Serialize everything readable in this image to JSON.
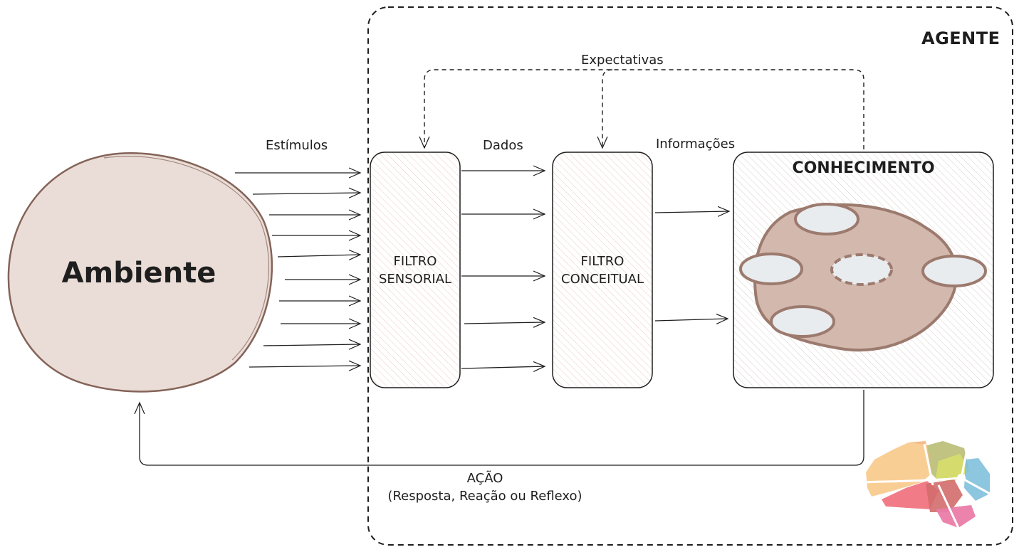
{
  "agent_label": "AGENTE",
  "environment": {
    "label": "Ambiente"
  },
  "labels": {
    "stimuli": "Estímulos",
    "data": "Dados",
    "information": "Informações",
    "expectations": "Expectativas"
  },
  "filters": {
    "sensory": {
      "line1": "FILTRO",
      "line2": "SENSORIAL"
    },
    "conceptual": {
      "line1": "FILTRO",
      "line2": "CONCEITUAL"
    }
  },
  "knowledge": {
    "title": "CONHECIMENTO"
  },
  "action": {
    "line1": "AÇÃO",
    "line2": "(Resposta, Reação ou Reflexo)"
  },
  "colors": {
    "stroke": "#1e1e1e",
    "environment_fill": "#eaddd7",
    "environment_stroke": "#846358",
    "knowledge_blob_fill": "#d2b8ad",
    "knowledge_blob_stroke": "#9c7a6e",
    "node_fill": "#e9ecef",
    "node_stroke": "#9c7a6e",
    "filter_hatch": "#f0c9c0"
  },
  "logo": {
    "icon": "brain-logo-icon"
  }
}
